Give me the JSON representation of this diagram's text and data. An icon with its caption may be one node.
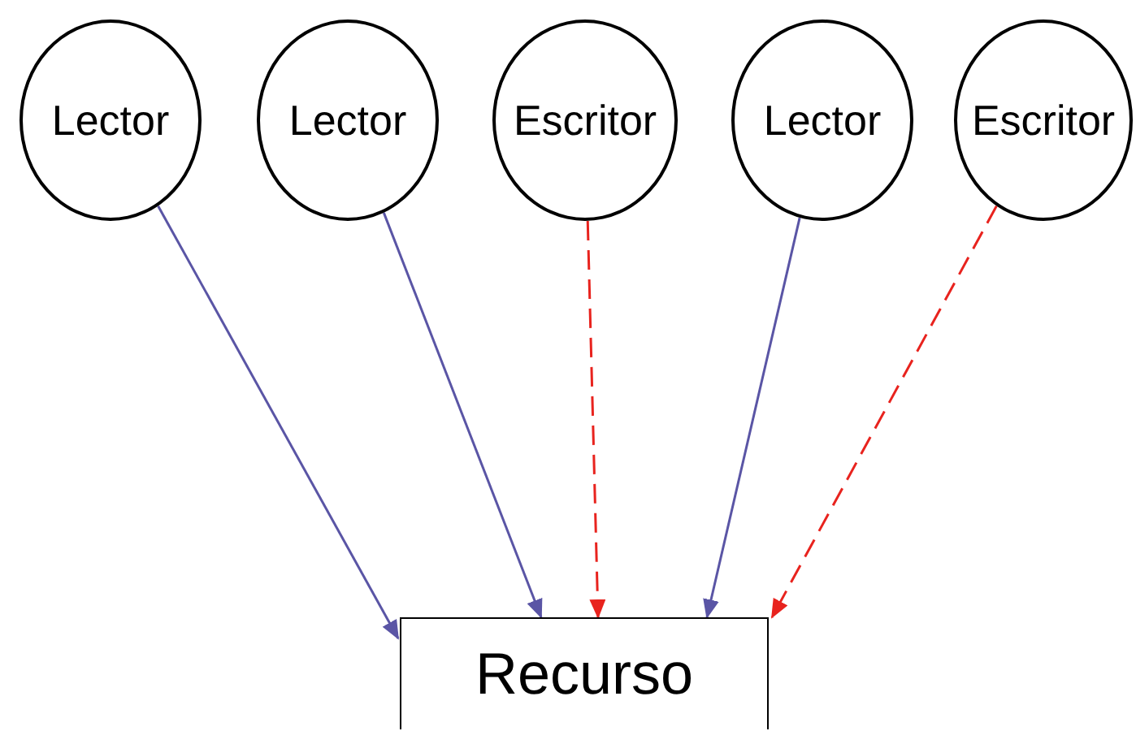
{
  "diagram": {
    "nodes": [
      {
        "text": [
          "Lector"
        ]
      },
      {
        "text": [
          "Lector"
        ]
      },
      {
        "text": [
          "Escritor"
        ]
      },
      {
        "text": [
          "Lector"
        ]
      },
      {
        "text": [
          "Escritor"
        ]
      },
      {
        "text": [
          "Recurso"
        ]
      }
    ],
    "edges": [
      {
        "from": 0,
        "to": 5,
        "arrow": "to"
      },
      {
        "from": 1,
        "to": 5,
        "arrow": "to"
      },
      {
        "from": 2,
        "to": 5,
        "arrow": "to",
        "style": "dashed",
        "color": "#e8231e"
      },
      {
        "from": 3,
        "to": 5,
        "arrow": "to"
      },
      {
        "from": 4,
        "to": 5,
        "arrow": "to",
        "style": "dashed",
        "color": "#e8231e"
      }
    ]
  }
}
